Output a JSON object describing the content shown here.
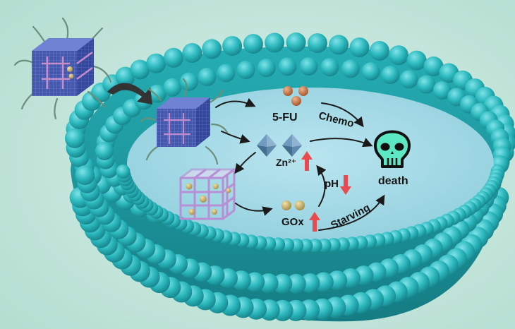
{
  "labels": {
    "fu": "5-FU",
    "chemo": "Chemo",
    "zn": "Zn²⁺",
    "ph": "pH",
    "death": "death",
    "starving": "Starving",
    "gox": "GOx"
  },
  "colors": {
    "background": "#c9e7de",
    "membrane": "#2bb8bd",
    "membrane_dark": "#1a8c93",
    "cavity": "#a9dce8",
    "nanoparticle_frame": "#4a5fb2",
    "cage": "#c098d8",
    "drug_sphere": "#c57a4a",
    "gox_sphere": "#c6b068",
    "zn_crystal": "#5f89ad",
    "up_arrow": "#e84a50",
    "skull": "#5de8c4",
    "arrow": "#1a1a1a",
    "text": "#141414"
  },
  "icons": {
    "nanocube": "nanocube-icon",
    "cage": "porous-cage-icon",
    "skull": "skull-icon",
    "crystal": "octahedron-crystal-icon",
    "entry_arrow": "curved-entry-arrow-icon"
  }
}
